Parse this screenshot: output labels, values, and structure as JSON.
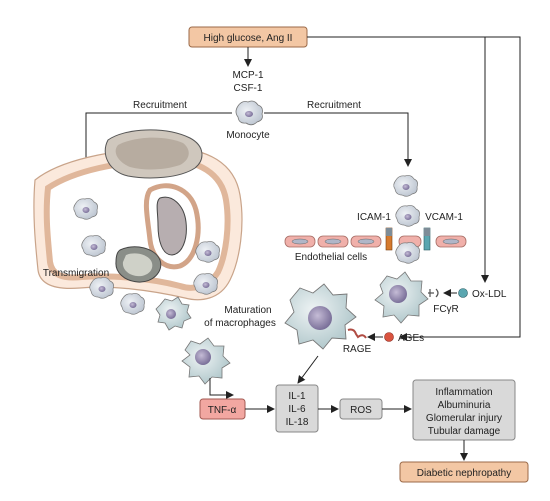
{
  "colors": {
    "peach_box": "#f3c7a4",
    "peach_stroke": "#9b6a48",
    "tnf_box": "#f2a7a1",
    "grey_box": "#d9d9d9",
    "grey_stroke": "#888888",
    "arrow": "#222222",
    "cell_body": "#cfd5de",
    "cell_nucleus": "#9a8fb0",
    "endothelial": "#f0b0aa",
    "vessel_wall": "#f2c6a8",
    "ageball": "#d9533f",
    "oxldl": "#5aa6b0"
  },
  "nodes": {
    "high_glucose": "High glucose, Ang II",
    "mcp1": "MCP-1",
    "csf1": "CSF-1",
    "monocyte": "Monocyte",
    "recruitment_left": "Recruitment",
    "recruitment_right": "Recruitment",
    "icam": "ICAM-1",
    "vcam": "VCAM-1",
    "endothelial_cells": "Endothelial cells",
    "transmigration": "Transmigration",
    "ox_ldl": "Ox-LDL",
    "fcgr": "FCγR",
    "maturation_1": "Maturation",
    "maturation_2": "of macrophages",
    "rage": "RAGE",
    "ages": "AGEs",
    "tnf": "TNF-α",
    "il1": "IL-1",
    "il6": "IL-6",
    "il18": "IL-18",
    "ros": "ROS",
    "outcome_1": "Inflammation",
    "outcome_2": "Albuminuria",
    "outcome_3": "Glomerular injury",
    "outcome_4": "Tubular damage",
    "diabetic_nephropathy": "Diabetic nephropathy"
  }
}
